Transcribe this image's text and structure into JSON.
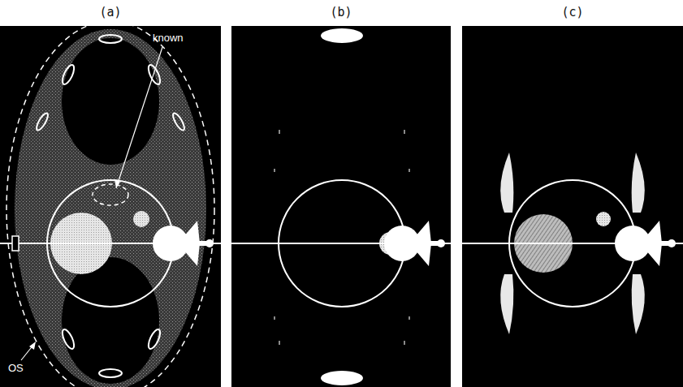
{
  "diagram": {
    "labels": [
      "(a)",
      "(b)",
      "(c)",
      "known",
      "OS"
    ]
  }
}
